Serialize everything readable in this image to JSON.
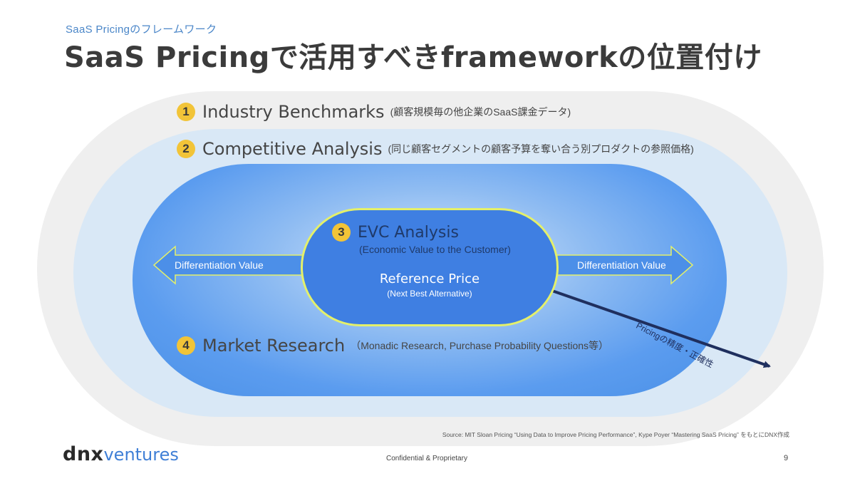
{
  "header": {
    "subtitle": "SaaS Pricingのフレームワーク",
    "title": "SaaS Pricingで活用すべきframeworkの位置付け"
  },
  "frameworks": [
    {
      "number": "1",
      "name": "Industry Benchmarks",
      "note": "(顧客規模毎の他企業のSaaS課金データ)"
    },
    {
      "number": "2",
      "name": "Competitive Analysis",
      "note": "(同じ顧客セグメントの顧客予算を奪い合う別プロダクトの参照価格)"
    },
    {
      "number": "3",
      "name": "EVC Analysis",
      "note": "(Economic Value to the Customer)"
    },
    {
      "number": "4",
      "name": "Market Research",
      "note": "（Monadic Research, Purchase Probability Questions等）"
    }
  ],
  "center": {
    "reference_price": "Reference Price",
    "reference_sub": "(Next Best Alternative)"
  },
  "arrows": {
    "left_label": "Differentiation Value",
    "right_label": "Differentiation Value",
    "diagonal_label": "Pricingの精度・正確性"
  },
  "colors": {
    "accent_blue": "#4a86c8",
    "badge_yellow": "#f2c438",
    "arrow_navy": "#1f2f5e",
    "pill_border": "#e4f06a"
  },
  "footer": {
    "source": "Source: MIT Sloan Pricing “Using Data to Improve Pricing Performance”, Kype Poyer “Mastering SaaS Pricing” をもとにDNX作成",
    "logo_dnx": "dnx",
    "logo_ventures": "ventures",
    "confidential": "Confidential & Proprietary",
    "page_number": "9"
  }
}
